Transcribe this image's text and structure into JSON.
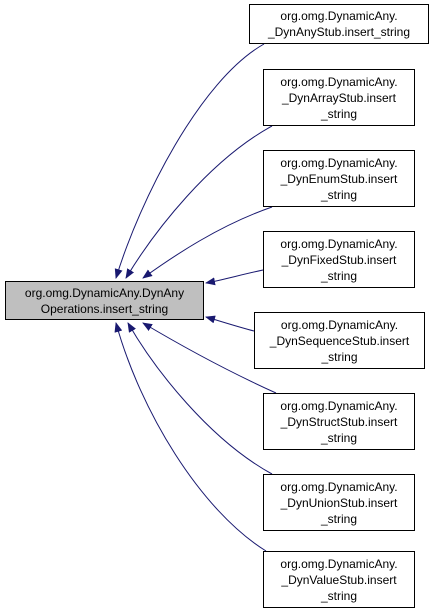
{
  "colors": {
    "edge": "#191970",
    "node_border": "#000000",
    "node_fill": "#ffffff",
    "root_fill": "#bfbfbf"
  },
  "root": {
    "lines": [
      "org.omg.DynamicAny.DynAny",
      "Operations.insert_string"
    ]
  },
  "subclasses": [
    {
      "id": "dynany",
      "lines": [
        "org.omg.DynamicAny.",
        "_DynAnyStub.insert_string"
      ]
    },
    {
      "id": "dynarray",
      "lines": [
        "org.omg.DynamicAny.",
        "_DynArrayStub.insert",
        "_string"
      ]
    },
    {
      "id": "dynenum",
      "lines": [
        "org.omg.DynamicAny.",
        "_DynEnumStub.insert",
        "_string"
      ]
    },
    {
      "id": "dynfixed",
      "lines": [
        "org.omg.DynamicAny.",
        "_DynFixedStub.insert",
        "_string"
      ]
    },
    {
      "id": "dynsequence",
      "lines": [
        "org.omg.DynamicAny.",
        "_DynSequenceStub.insert",
        "_string"
      ]
    },
    {
      "id": "dynstruct",
      "lines": [
        "org.omg.DynamicAny.",
        "_DynStructStub.insert",
        "_string"
      ]
    },
    {
      "id": "dynunion",
      "lines": [
        "org.omg.DynamicAny.",
        "_DynUnionStub.insert",
        "_string"
      ]
    },
    {
      "id": "dynvalue",
      "lines": [
        "org.omg.DynamicAny.",
        "_DynValueStub.insert",
        "_string"
      ]
    }
  ]
}
